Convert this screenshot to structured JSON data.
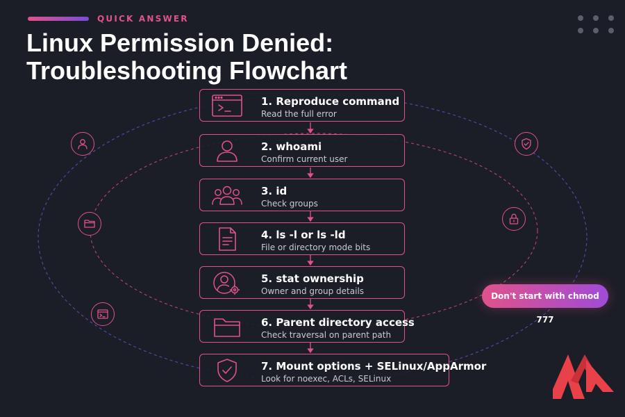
{
  "header": {
    "eyebrow": "QUICK ANSWER",
    "title_line1": "Linux Permission Denied:",
    "title_line2": "Troubleshooting Flowchart"
  },
  "steps": [
    {
      "title": "1. Reproduce command",
      "subtitle": "Read the full error",
      "icon": "terminal-icon"
    },
    {
      "title": "2. whoami",
      "subtitle": "Confirm current user",
      "icon": "user-icon"
    },
    {
      "title": "3. id",
      "subtitle": "Check groups",
      "icon": "users-group-icon"
    },
    {
      "title": "4. ls -l or ls -ld",
      "subtitle": "File or directory mode bits",
      "icon": "document-icon"
    },
    {
      "title": "5. stat ownership",
      "subtitle": "Owner and group details",
      "icon": "user-settings-icon"
    },
    {
      "title": "6. Parent directory access",
      "subtitle": "Check traversal on parent path",
      "icon": "folder-icon"
    },
    {
      "title": "7. Mount options + SELinux/AppArmor",
      "subtitle": "Look for noexec, ACLs, SELinux",
      "icon": "shield-check-icon"
    }
  ],
  "orbit_icons": [
    "user-icon",
    "folder-icon",
    "terminal-icon",
    "shield-check-icon",
    "lock-icon"
  ],
  "tip": {
    "label": "Don't start with chmod 777"
  },
  "colors": {
    "background": "#1c1e27",
    "accent_pink": "#e0528a",
    "accent_purple": "#7a4bd8",
    "logo_red": "#e8414a"
  }
}
